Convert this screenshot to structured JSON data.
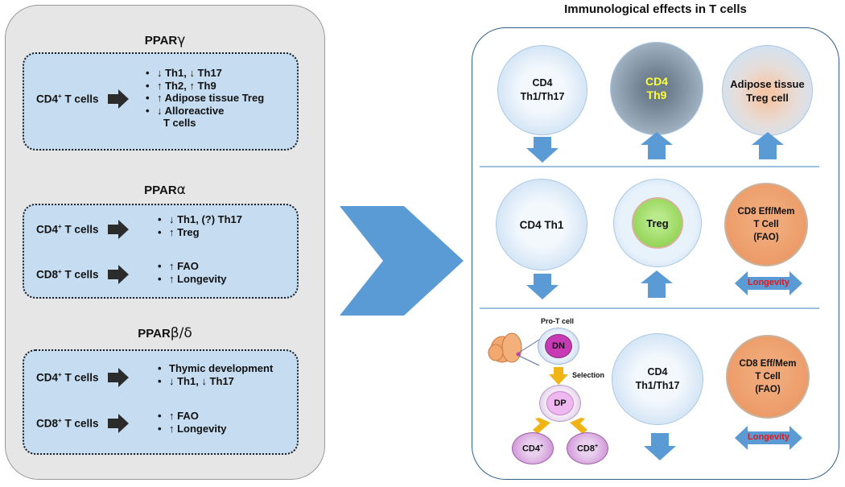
{
  "right_title": "Immunological effects in T cells",
  "sections": [
    {
      "title_prefix": "PPAR",
      "title_greek": "γ",
      "groups": [
        {
          "cell": "CD4",
          "sup": "+",
          "cell_suffix": " T cells",
          "bullets": [
            "↓ Th1, ↓ Th17",
            "↑ Th2, ↑ Th9",
            "↑ Adipose tissue Treg",
            "↓ Alloreactive"
          ],
          "continuation": "T cells"
        }
      ]
    },
    {
      "title_prefix": "PPAR",
      "title_greek": "α",
      "groups": [
        {
          "cell": "CD4",
          "sup": "+",
          "cell_suffix": " T cells",
          "bullets": [
            "↓ Th1, (?) Th17",
            "↑ Treg"
          ]
        },
        {
          "cell": "CD8",
          "sup": "+",
          "cell_suffix": " T cells",
          "bullets": [
            "↑ FAO",
            "↑ Longevity"
          ]
        }
      ]
    },
    {
      "title_prefix": "PPAR",
      "title_greek": "β/δ",
      "groups": [
        {
          "cell": "CD4",
          "sup": "+",
          "cell_suffix": " T cells",
          "bullets": [
            "Thymic development",
            "↓ Th1, ↓ Th17"
          ]
        },
        {
          "cell": "CD8",
          "sup": "+",
          "cell_suffix": " T cells",
          "bullets": [
            "↑ FAO",
            "↑ Longevity"
          ]
        }
      ]
    }
  ],
  "row1": {
    "c1": [
      "CD4",
      "Th1/Th17"
    ],
    "c2": [
      "CD4",
      "Th9"
    ],
    "c3": [
      "Adipose tissue",
      "Treg cell"
    ]
  },
  "row2": {
    "c1": "CD4 Th1",
    "c2": "Treg",
    "c3": [
      "CD8 Eff/Mem",
      "T Cell",
      "(FAO)"
    ],
    "longevity": "Longevity"
  },
  "row3": {
    "pro_t": "Pro-T cell",
    "dn": "DN",
    "selection": "Selection",
    "dp": "DP",
    "cd4": "CD4",
    "cd8": "CD8",
    "sup": "+",
    "c2": [
      "CD4",
      "Th1/Th17"
    ],
    "c3": [
      "CD8 Eff/Mem",
      "T Cell",
      "(FAO)"
    ],
    "longevity": "Longevity"
  },
  "colors": {
    "arrow_blue": "#5b9bd5",
    "arrow_dark": "#2b2b2b",
    "arrow_gold": "#f0b414",
    "longevity_red": "#e01818"
  }
}
